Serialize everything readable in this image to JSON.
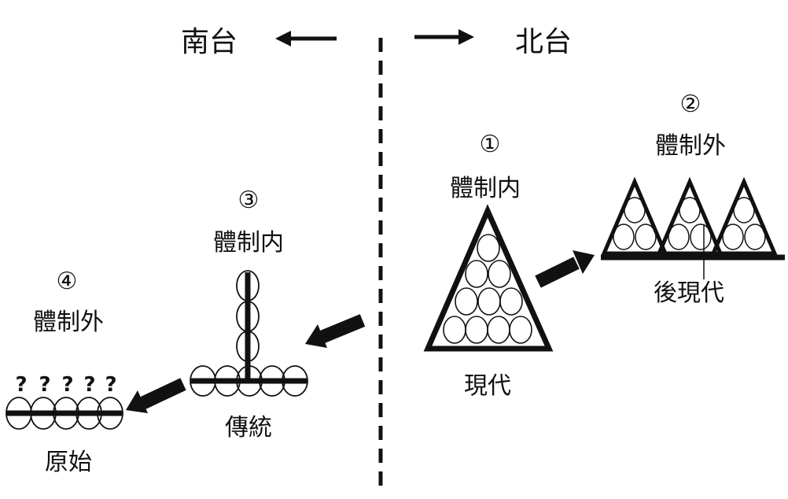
{
  "direction": {
    "south": "南台",
    "north": "北台"
  },
  "stages": {
    "s1": {
      "number": "①",
      "label": "體制内",
      "caption": "現代"
    },
    "s2": {
      "number": "②",
      "label": "體制外",
      "caption": "後現代"
    },
    "s3": {
      "number": "③",
      "label": "體制内",
      "caption": "傳統"
    },
    "s4": {
      "number": "④",
      "label": "體制外",
      "caption": "原始",
      "marks": [
        "?",
        "?",
        "?",
        "?",
        "?"
      ]
    }
  },
  "colors": {
    "ink": "#111111",
    "background": "#ffffff"
  }
}
